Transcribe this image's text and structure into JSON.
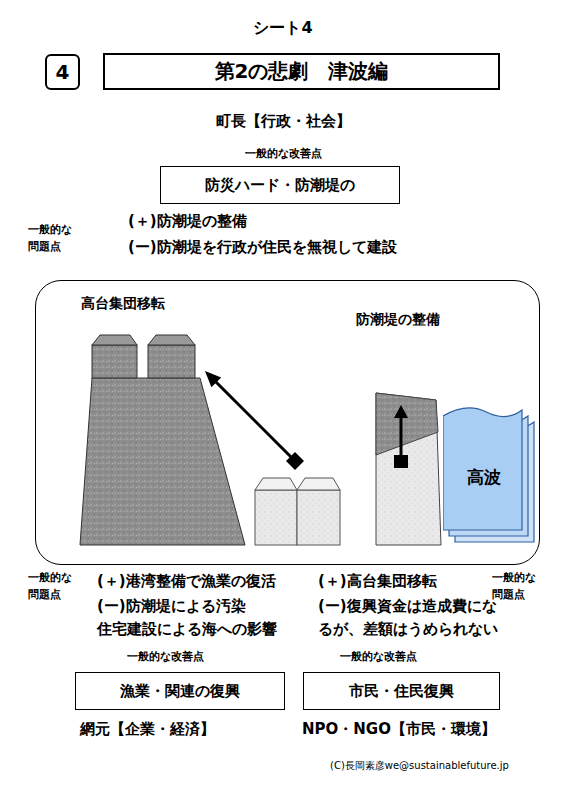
{
  "diagram": {
    "title": "第2の悲劇　津波編",
    "nodes": [
      {
        "text": [
          "4"
        ]
      },
      {
        "text": [
          "防災ハード・防潮堤の"
        ]
      },
      {
        "text": [
          "高台集団移転",
          "防潮堤の整備"
        ]
      },
      {
        "text": [
          "高波"
        ],
        "in": 2
      },
      {
        "text": [
          "漁業・関連の復興"
        ]
      },
      {
        "text": [
          "市民・住民復興"
        ]
      }
    ],
    "labels": [
      "シート4",
      "町長【行政・社会】",
      "一般的な改善点",
      "一般的な 問題点",
      "(＋)防潮堤の整備",
      "(ー)防潮堤を行政が住民を無視して建設",
      "一般的な 問題点",
      "(＋)港湾整備で漁業の復活",
      "(ー)防潮堤による汚染 住宅建設による海への影響",
      "(＋)高台集団移転",
      "(ー)復興資金は造成費にな るが、差額はうめられない",
      "一般的な 問題点",
      "一般的な改善点",
      "一般的な改善点",
      "網元【企業・経済】",
      "NPO・NGO【市民・環境】",
      "(C)長岡素彦we@sustainablefuture.jp"
    ]
  }
}
